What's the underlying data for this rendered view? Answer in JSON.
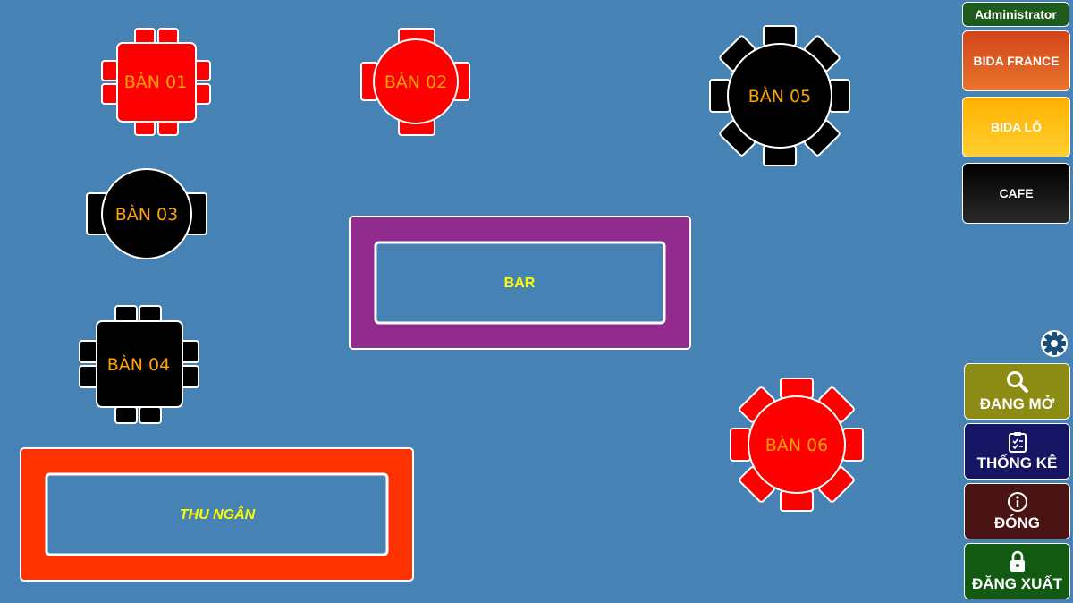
{
  "user": {
    "name": "Administrator"
  },
  "categories": [
    {
      "label": "BIDA FRANCE",
      "color": "#E05A20"
    },
    {
      "label": "BIDA LỖ",
      "color": "#FFC21A"
    },
    {
      "label": "CAFE",
      "color": "#111111"
    }
  ],
  "tables": [
    {
      "label": "BÀN 01",
      "shape": "square",
      "status_color": "#FF0000"
    },
    {
      "label": "BÀN 02",
      "shape": "round",
      "status_color": "#FF0000"
    },
    {
      "label": "BÀN 03",
      "shape": "round",
      "status_color": "#000000"
    },
    {
      "label": "BÀN 04",
      "shape": "square",
      "status_color": "#000000"
    },
    {
      "label": "BÀN 05",
      "shape": "round-large",
      "status_color": "#000000"
    },
    {
      "label": "BÀN 06",
      "shape": "round-large",
      "status_color": "#FF0000"
    }
  ],
  "counters": {
    "bar": {
      "label": "BAR",
      "color": "#922B8E"
    },
    "cashier": {
      "label": "THU NGÂN",
      "color": "#FF3300"
    }
  },
  "actions": {
    "open": {
      "label": "ĐANG MỞ",
      "icon": "search-icon"
    },
    "stats": {
      "label": "THỐNG KÊ",
      "icon": "clipboard-check-icon"
    },
    "close": {
      "label": "ĐÓNG",
      "icon": "info-icon"
    },
    "logout": {
      "label": "ĐĂNG XUẤT",
      "icon": "lock-icon"
    }
  },
  "settings": {
    "icon": "gear-icon"
  },
  "colors": {
    "background": "#4682B4",
    "text_accent": "#FFA500",
    "counter_text": "#FFFF00"
  }
}
